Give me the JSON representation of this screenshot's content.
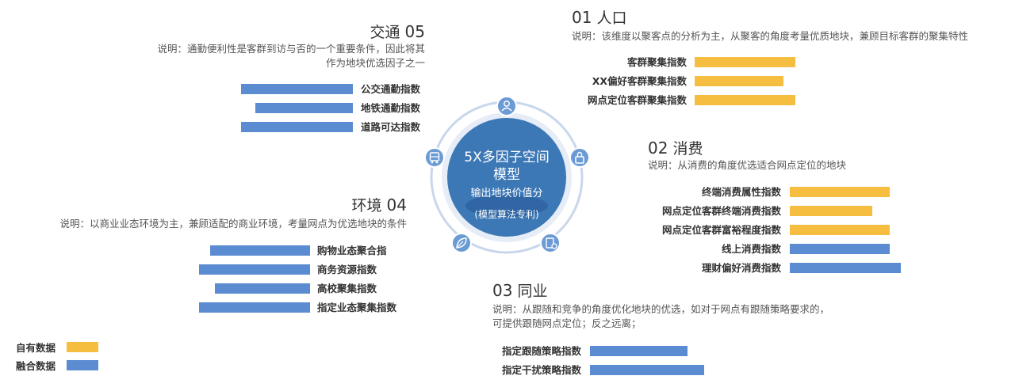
{
  "colors": {
    "own": "#F5BE41",
    "fused": "#5B8BD0",
    "ring": "#C9D7EC",
    "circle": "#3D78B6",
    "icon": "#6B9BD4"
  },
  "center": {
    "line1": "5X多因子空间",
    "line2": "模型",
    "line3": "输出地块价值分",
    "line4": "(模型算法专利)"
  },
  "icons": [
    "person-icon",
    "bag-icon",
    "doc-icon",
    "leaf-icon",
    "bus-icon"
  ],
  "sections": {
    "people": {
      "num": "01",
      "name": "人口",
      "desc": "说明：该维度以聚客点的分析为主，从聚客的角度考量优质地块，兼顾目标客群的聚集特性",
      "items": [
        {
          "label": "客群聚集指数",
          "value": 127,
          "type": "own"
        },
        {
          "label": "XX偏好客群聚集指数",
          "value": 112,
          "type": "own"
        },
        {
          "label": "网点定位客群聚集指数",
          "value": 127,
          "type": "own"
        }
      ]
    },
    "consumption": {
      "num": "02",
      "name": "消费",
      "desc": "说明：从消费的角度优选适合网点定位的地块",
      "items": [
        {
          "label": "终端消费属性指数",
          "value": 126,
          "type": "own"
        },
        {
          "label": "网点定位客群终端消费指数",
          "value": 104,
          "type": "own"
        },
        {
          "label": "网点定位客群富裕程度指数",
          "value": 126,
          "type": "own"
        },
        {
          "label": "线上消费指数",
          "value": 126,
          "type": "fused"
        },
        {
          "label": "理财偏好消费指数",
          "value": 140,
          "type": "fused"
        }
      ]
    },
    "peer": {
      "num": "03",
      "name": "同业",
      "desc1": "说明：从跟随和竞争的角度优化地块的优选，如对于网点有跟随策略要求的，",
      "desc2": "可提供跟随网点定位；反之远离；",
      "items": [
        {
          "label": "指定跟随策略指数",
          "value": 123,
          "type": "fused"
        },
        {
          "label": "指定干扰策略指数",
          "value": 144,
          "type": "fused"
        }
      ]
    },
    "environment": {
      "num": "04",
      "name": "环境",
      "desc": "说明：以商业业态环境为主，兼顾适配的商业环境，考量网点为优选地块的条件",
      "items": [
        {
          "label": "购物业态聚合指",
          "value": 126,
          "type": "fused"
        },
        {
          "label": "商务资源指数",
          "value": 140,
          "type": "fused"
        },
        {
          "label": "高校聚集指数",
          "value": 120,
          "type": "fused"
        },
        {
          "label": "指定业态聚集指数",
          "value": 140,
          "type": "fused"
        }
      ]
    },
    "traffic": {
      "num": "05",
      "name": "交通",
      "desc1": "说明：通勤便利性是客群到访与否的一个重要条件，因此将其",
      "desc2": "作为地块优选因子之一",
      "items": [
        {
          "label": "公交通勤指数",
          "value": 141,
          "type": "fused"
        },
        {
          "label": "地铁通勤指数",
          "value": 123,
          "type": "fused"
        },
        {
          "label": "道路可达指数",
          "value": 141,
          "type": "fused"
        }
      ]
    }
  },
  "legend": [
    {
      "label": "自有数据",
      "type": "own"
    },
    {
      "label": "融合数据",
      "type": "fused"
    }
  ]
}
